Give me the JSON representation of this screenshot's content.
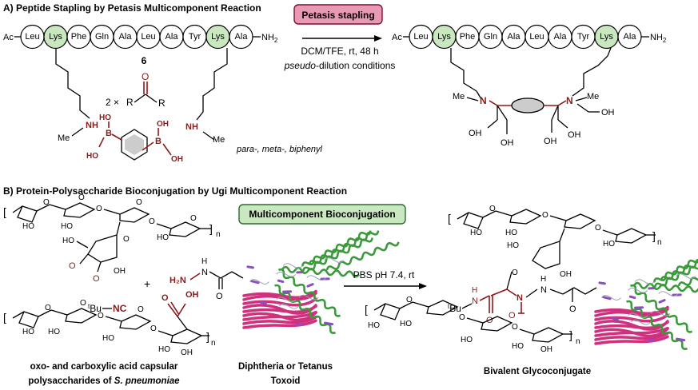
{
  "section_a": {
    "title": "A) Peptide Stapling by Petasis Multicomponent Reaction",
    "badge": "Petasis stapling",
    "badge_color": "#e89ab4",
    "n_cap": "Ac",
    "c_cap": "NH",
    "c_cap_sub": "2",
    "residues": [
      "Leu",
      "Lys",
      "Phe",
      "Gln",
      "Ala",
      "Leu",
      "Ala",
      "Tyr",
      "Lys",
      "Ala"
    ],
    "highlight_color": "#c9e8c0",
    "compound_number": "6",
    "reagent_multiplier": "2 ×",
    "carbonyl_R1": "R",
    "carbonyl_R2": "R",
    "carbonyl_O": "O",
    "amine_NH": "NH",
    "amine_Me": "Me",
    "boronic_B": "B",
    "boronic_HO": "HO",
    "boronic_OH": "OH",
    "isomers": "para-, meta-, biphenyl",
    "conditions_line1": "DCM/TFE, rt, 48 h",
    "conditions_line2_italic": "pseudo",
    "conditions_line2_rest": "-dilution conditions",
    "product_N": "N",
    "product_Me": "Me",
    "product_OH": "OH"
  },
  "section_b": {
    "title": "B) Protein-Polysaccharide Bioconjugation by Ugi Multicomponent Reaction",
    "badge": "Multicomponent Bioconjugation",
    "badge_color": "#c9e8c0",
    "HO": "HO",
    "OH": "OH",
    "O": "O",
    "n": "n",
    "plus": "+",
    "isocyanide_tBu_sup": "t",
    "isocyanide_tBu": "Bu",
    "isocyanide_NC": "NC",
    "hydrazide_H2N": "H₂N",
    "hydrazide_H": "H",
    "hydrazide_N": "N",
    "conditions": "PBS pH 7.4, rt",
    "product_H": "H",
    "product_N": "N",
    "caption_left_line1": "oxo- and carboxylic acid capsular",
    "caption_left_line2_plain": "polysaccharides of ",
    "caption_left_line2_italic": "S. pneumoniae",
    "caption_mid_line1": "Diphtheria or Tetanus",
    "caption_mid_line2": "Toxoid",
    "caption_right": "Bivalent Glycoconjugate",
    "protein_colors": [
      "#d0307e",
      "#3a9a3a",
      "#8a4fc0"
    ]
  }
}
